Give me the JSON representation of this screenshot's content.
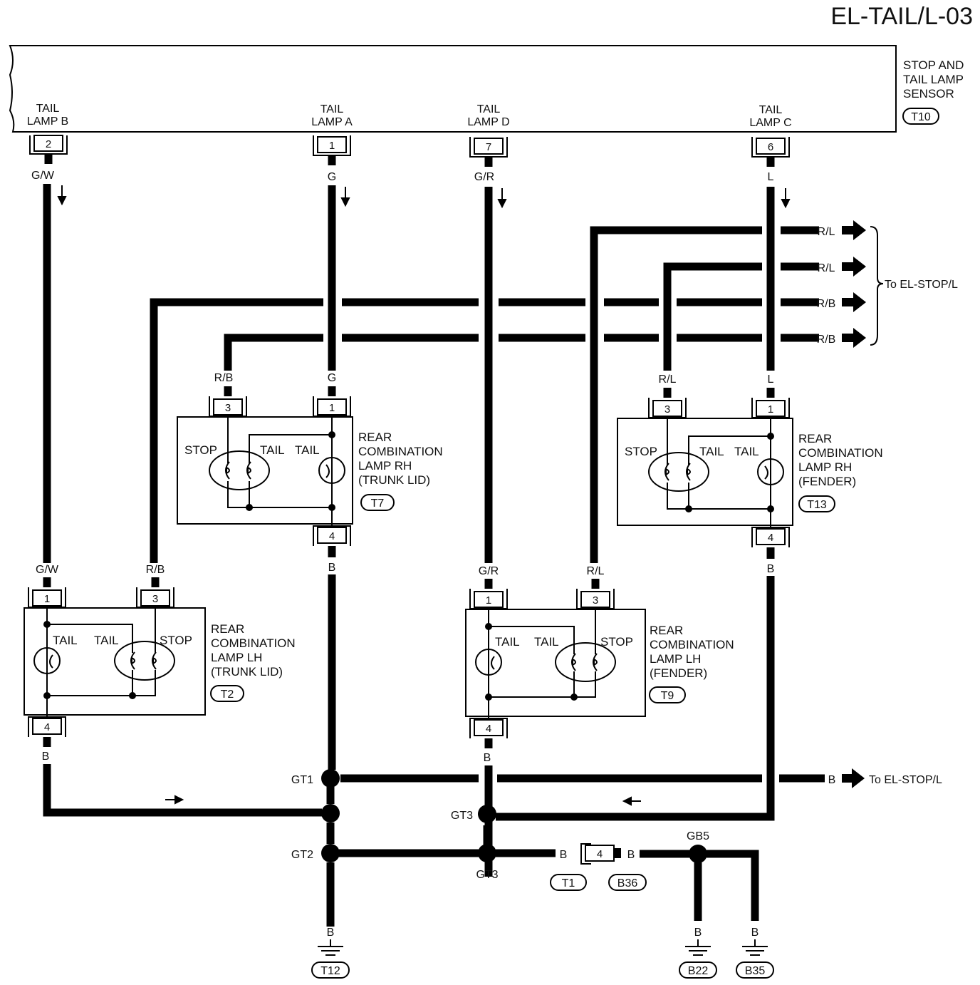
{
  "page_code": "EL-TAIL/L-03",
  "sensor": {
    "name_lines": [
      "STOP AND",
      "TAIL LAMP",
      "SENSOR"
    ],
    "connector_id": "T10"
  },
  "sensor_terminals": [
    {
      "lines": [
        "TAIL",
        "LAMP B"
      ],
      "pin": "2",
      "wire": "G/W"
    },
    {
      "lines": [
        "TAIL",
        "LAMP A"
      ],
      "pin": "1",
      "wire": "G"
    },
    {
      "lines": [
        "TAIL",
        "LAMP D"
      ],
      "pin": "7",
      "wire": "G/R"
    },
    {
      "lines": [
        "TAIL",
        "LAMP C"
      ],
      "pin": "6",
      "wire": "L"
    }
  ],
  "outputs": {
    "wires": [
      "R/L",
      "R/L",
      "R/B",
      "R/B"
    ],
    "destination": "To EL-STOP/L",
    "ground_wire": "B",
    "ground_destination": "To EL-STOP/L"
  },
  "lamps": [
    {
      "name_lines": [
        "REAR",
        "COMBINATION",
        "LAMP RH",
        "(TRUNK LID)"
      ],
      "connector_id": "T7",
      "pin_in": "1",
      "pin_stop": "3",
      "pin_gnd": "4",
      "wire_in": "G",
      "wire_stop": "R/B",
      "wire_gnd": "B",
      "stop_label": "STOP",
      "tail_label_1": "TAIL",
      "tail_label_2": "TAIL"
    },
    {
      "name_lines": [
        "REAR",
        "COMBINATION",
        "LAMP RH",
        "(FENDER)"
      ],
      "connector_id": "T13",
      "pin_in": "1",
      "pin_stop": "3",
      "pin_gnd": "4",
      "wire_in": "L",
      "wire_stop": "R/L",
      "wire_gnd": "B",
      "stop_label": "STOP",
      "tail_label_1": "TAIL",
      "tail_label_2": "TAIL"
    },
    {
      "name_lines": [
        "REAR",
        "COMBINATION",
        "LAMP LH",
        "(TRUNK LID)"
      ],
      "connector_id": "T2",
      "pin_in": "1",
      "pin_stop": "3",
      "pin_gnd": "4",
      "wire_in": "G/W",
      "wire_stop": "R/B",
      "wire_gnd": "B",
      "stop_label": "STOP",
      "tail_label_1": "TAIL",
      "tail_label_2": "TAIL"
    },
    {
      "name_lines": [
        "REAR",
        "COMBINATION",
        "LAMP LH",
        "(FENDER)"
      ],
      "connector_id": "T9",
      "pin_in": "1",
      "pin_stop": "3",
      "pin_gnd": "4",
      "wire_in": "G/R",
      "wire_stop": "R/L",
      "wire_gnd": "B",
      "stop_label": "STOP",
      "tail_label_1": "TAIL",
      "tail_label_2": "TAIL"
    }
  ],
  "splices": {
    "gt1": "GT1",
    "gt2": "GT2",
    "gt3_top": "GT3",
    "gt3_bottom": "GT3",
    "gb5": "GB5"
  },
  "inline_connector": {
    "pin": "4",
    "left_wire": "B",
    "right_wire": "B",
    "left_id": "T1",
    "right_id": "B36"
  },
  "grounds": [
    {
      "id": "T12",
      "wire": "B"
    },
    {
      "id": "B22",
      "wire": "B"
    },
    {
      "id": "B35",
      "wire": "B"
    }
  ]
}
